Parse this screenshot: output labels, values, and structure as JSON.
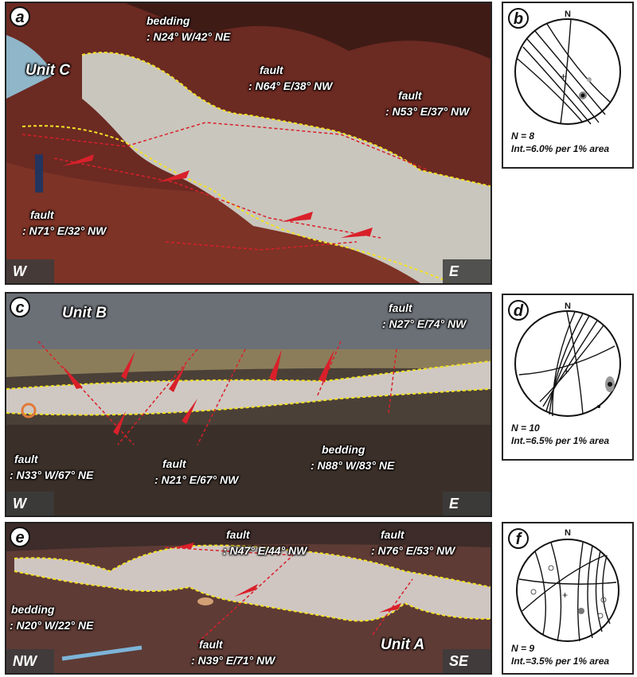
{
  "panels": {
    "a": {
      "letter": "a",
      "unit": "Unit C",
      "bedding_title": "bedding",
      "bedding_value": ": N24° W/42° NE",
      "fault1_title": "fault",
      "fault1_value": ": N64° E/38° NW",
      "fault2_title": "fault",
      "fault2_value": ": N53° E/37° NW",
      "fault3_title": "fault",
      "fault3_value": ": N71° E/32° NW",
      "dir_left": "W",
      "dir_right": "E"
    },
    "b": {
      "letter": "b",
      "north": "N",
      "n_text": "N = 8",
      "int_text": "Int.=6.0% per 1% area"
    },
    "c": {
      "letter": "c",
      "unit": "Unit B",
      "fault1_title": "fault",
      "fault1_value": ": N27° E/74° NW",
      "fault2_title": "fault",
      "fault2_value": ": N33° W/67° NE",
      "fault3_title": "fault",
      "fault3_value": ": N21° E/67° NW",
      "bedding_title": "bedding",
      "bedding_value": ": N88° W/83° NE",
      "dir_left": "W",
      "dir_right": "E"
    },
    "d": {
      "letter": "d",
      "north": "N",
      "n_text": "N = 10",
      "int_text": "Int.=6.5% per 1% area"
    },
    "e": {
      "letter": "e",
      "unit": "Unit A",
      "fault1_title": "fault",
      "fault1_value": ": N47° E/44° NW",
      "fault2_title": "fault",
      "fault2_value": ": N76° E/53° NW",
      "bedding_title": "bedding",
      "bedding_value": ": N20° W/22° NE",
      "fault3_title": "fault",
      "fault3_value": ": N39° E/71° NW",
      "dir_left": "NW",
      "dir_right": "SE"
    },
    "f": {
      "letter": "f",
      "north": "N",
      "n_text": "N = 9",
      "int_text": "Int.=3.5% per 1% area"
    }
  },
  "colors": {
    "rock_red": "#7a2e22",
    "bed_gray": "#c9c6bd",
    "fault_line": "#d9202a",
    "bedding_line": "#f2e227",
    "sky": "#8fb6c9"
  }
}
